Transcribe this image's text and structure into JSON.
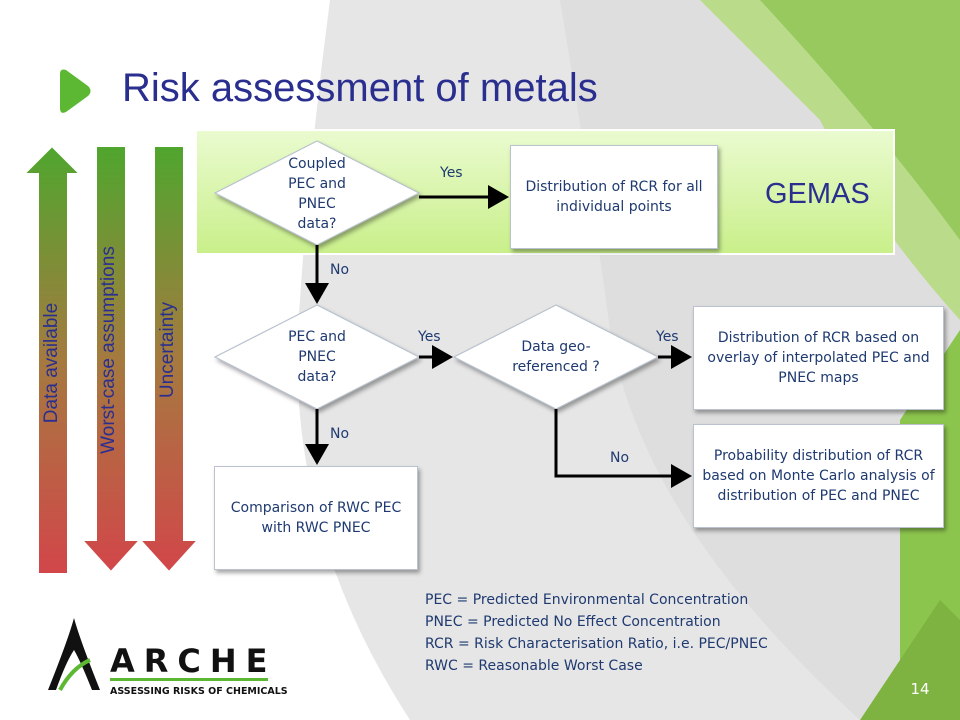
{
  "title": "Risk assessment of metals",
  "gemas_label": "GEMAS",
  "side_arrows": [
    {
      "label": "Data available",
      "direction": "up"
    },
    {
      "label": "Worst-case assumptions",
      "direction": "down"
    },
    {
      "label": "Uncertainty",
      "direction": "down"
    }
  ],
  "flowchart": {
    "decisions": {
      "coupled": "Coupled PEC and PNEC data?",
      "pec_pnec": "PEC and PNEC data?",
      "georef": "Data geo- referenced ?"
    },
    "boxes": {
      "distribution_all_points": "Distribution of RCR for all individual points",
      "distribution_overlay": "Distribution of RCR based on overlay of interpolated PEC and PNEC maps",
      "probability_mc": "Probability distribution of RCR based on Monte Carlo analysis of distribution of PEC and PNEC",
      "comparison_rwc": "Comparison of RWC PEC with RWC PNEC"
    },
    "edge_labels": {
      "yes": "Yes",
      "no": "No"
    }
  },
  "legend": [
    "PEC = Predicted Environmental Concentration",
    "PNEC = Predicted No Effect Concentration",
    "RCR = Risk Characterisation Ratio, i.e. PEC/PNEC",
    "RWC = Reasonable Worst Case"
  ],
  "logo": {
    "name": "ARCHE",
    "tagline": "ASSESSING RISKS OF CHEMICALS"
  },
  "page_number": "14",
  "colors": {
    "title": "#2a2f8f",
    "flow_text": "#1f3a70",
    "arrow_top": "#5aa832",
    "arrow_bottom": "#d04040",
    "gemas_band": "#d6f3a4",
    "page_badge": "#7fb341",
    "slide_accent": "#8cc54e"
  }
}
